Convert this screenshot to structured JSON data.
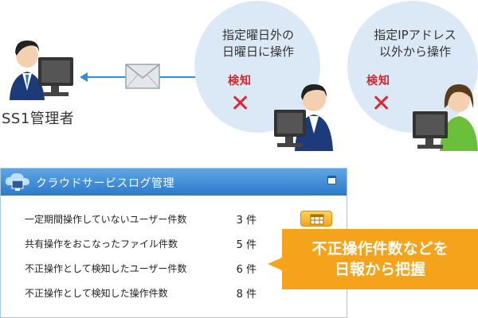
{
  "admin": {
    "label": "SS1管理者"
  },
  "bubbles": [
    {
      "line1": "指定曜日外の",
      "line2": "日曜日に操作",
      "status": "検知"
    },
    {
      "line1": "指定IPアドレス",
      "line2": "以外から操作",
      "status": "検知"
    }
  ],
  "icons": {
    "admin": "admin-person-at-computer-icon",
    "mail": "envelope-icon",
    "user1": "male-user-at-computer-icon",
    "user2": "female-user-at-computer-icon",
    "cross": "red-x-icon",
    "cloud": "cloud-monitor-icon",
    "calendar": "calendar-button-icon"
  },
  "colors": {
    "accent": "#2c79c8",
    "bubble": "#dbe9f7",
    "detect": "#d9232a",
    "callout": "#f5a31a"
  },
  "panel": {
    "title": "クラウドサービスログ管理",
    "rows": [
      {
        "label": "一定期間操作していないユーザー件数",
        "value": "3 件"
      },
      {
        "label": "共有操作をおこなったファイル件数",
        "value": "5 件"
      },
      {
        "label": "不正操作として検知したユーザー件数",
        "value": "6 件"
      },
      {
        "label": "不正操作として検知した操作件数",
        "value": "8 件"
      }
    ]
  },
  "callout": {
    "line1": "不正操作件数などを",
    "line2": "日報から把握"
  }
}
